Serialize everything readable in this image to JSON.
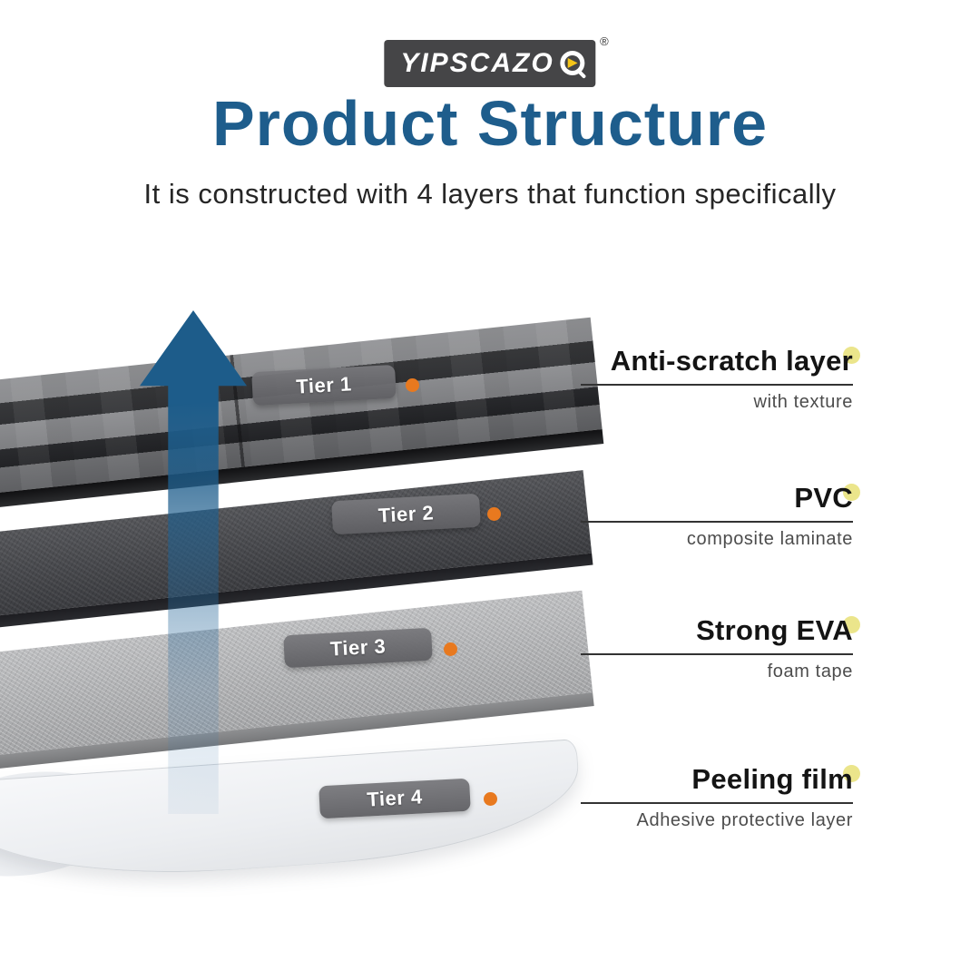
{
  "logo": {
    "text": "YIPSCAZO",
    "registered": "®"
  },
  "header": {
    "title": "Product Structure",
    "subtitle": "It is constructed with 4 layers that function specifically"
  },
  "tiers": [
    {
      "badge": "Tier 1",
      "title": "Anti-scratch layer",
      "subtitle": "with texture"
    },
    {
      "badge": "Tier 2",
      "title": "PVC",
      "subtitle": "composite laminate"
    },
    {
      "badge": "Tier 3",
      "title": "Strong EVA",
      "subtitle": "foam tape"
    },
    {
      "badge": "Tier 4",
      "title": "Peeling film",
      "subtitle": "Adhesive protective layer"
    }
  ],
  "colors": {
    "title_blue": "#1E5D8C",
    "arrow_blue": "#1D5C8A",
    "badge_gray": "#6E6F72",
    "connector_orange": "#E8791F",
    "highlight_yellow": "#EBE58B",
    "logo_bg": "#454547"
  }
}
